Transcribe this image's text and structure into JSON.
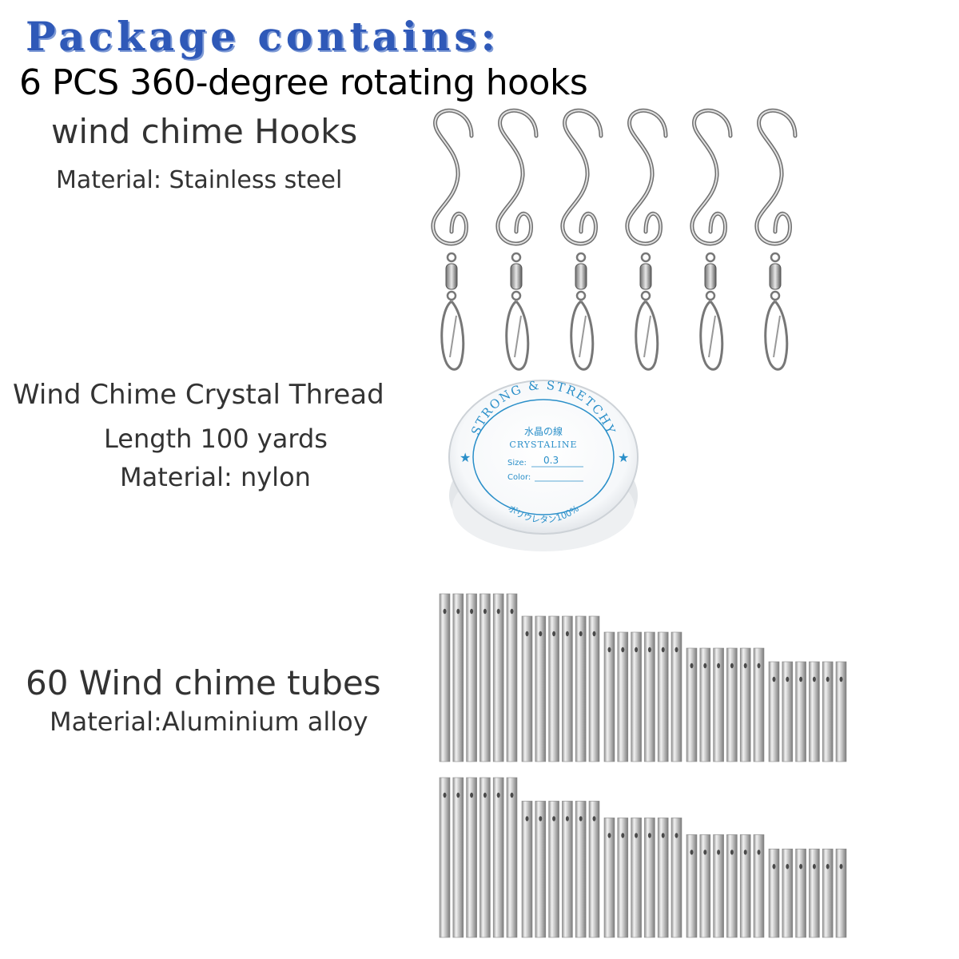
{
  "header": {
    "title": "Package contains:",
    "subtitle": "6 PCS 360-degree rotating hooks"
  },
  "hooks": {
    "name": "wind chime Hooks",
    "material": "Material: Stainless steel",
    "count": 6
  },
  "thread": {
    "name": "Wind Chime Crystal Thread",
    "length": "Length 100 yards",
    "material": "Material: nylon",
    "spool_text": {
      "arc": "STRONG & STRETCHY",
      "jp_top": "水晶の線",
      "brand": "CRYSTALINE",
      "size_label": "Size:",
      "size_value": "0.3",
      "color_label": "Color:",
      "bottom": "ポリウレタン100%"
    }
  },
  "tubes": {
    "name": "60  Wind chime tubes",
    "material": "Material:Aluminium alloy",
    "rows": 2,
    "groups_per_row": 5,
    "tubes_per_group": 6
  },
  "colors": {
    "title": "#2f59b8",
    "spool_text": "#2a8fc9"
  }
}
